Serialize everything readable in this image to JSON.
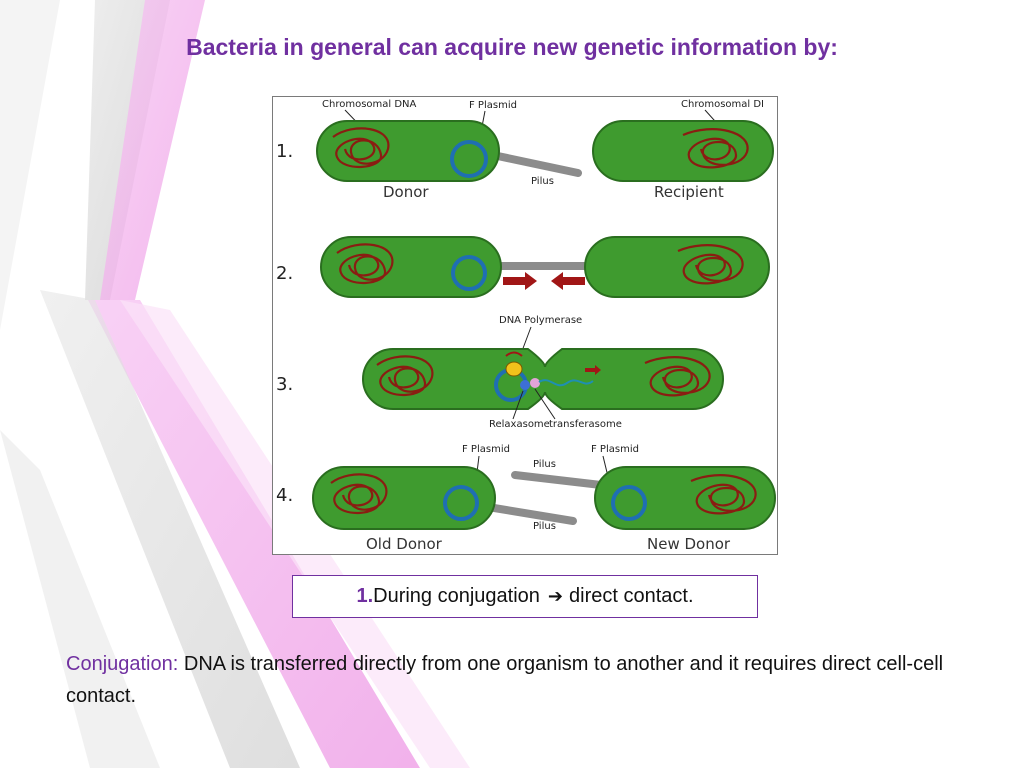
{
  "colors": {
    "title": "#7030a0",
    "accent": "#7030a0",
    "cell_fill": "#3f9b2f",
    "plasmid": "#1f6fb2",
    "chromosome": "#8a1d12",
    "pilus": "#8c8c8c",
    "arrow": "#a11616"
  },
  "slide": {
    "title": "Bacteria in general can acquire new genetic information by:"
  },
  "diagram": {
    "step_numbers": [
      "1.",
      "2.",
      "3.",
      "4."
    ],
    "labels": {
      "chromosomal_dna_left": "Chromosomal DNA",
      "f_plasmid_top": "F Plasmid",
      "chromosomal_dna_right": "Chromosomal DI",
      "pilus_1": "Pilus",
      "donor": "Donor",
      "recipient": "Recipient",
      "dna_polymerase": "DNA Polymerase",
      "relaxasome": "Relaxasome",
      "transferasome": "transferasome",
      "f_plasmid_left": "F Plasmid",
      "f_plasmid_right": "F Plasmid",
      "pilus_4_top": "Pilus",
      "pilus_4_bottom": "Pilus",
      "old_donor": "Old Donor",
      "new_donor": "New Donor"
    }
  },
  "note": {
    "number": "1.",
    "text_before": "During conjugation",
    "arrow_icon": "right-arrow-icon",
    "text_after": "direct contact."
  },
  "definition": {
    "term": "Conjugation:",
    "text": " DNA is transferred directly from one organism to another and it requires direct cell-cell contact."
  }
}
